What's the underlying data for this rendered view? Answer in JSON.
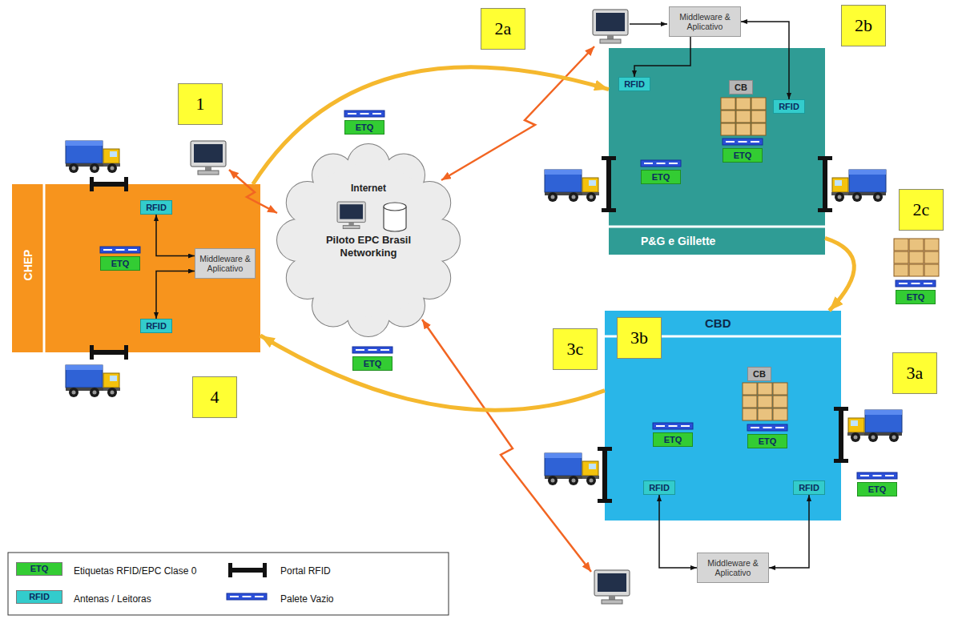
{
  "diagram": {
    "nodes": [
      {
        "text": [
          "CHEP"
        ]
      },
      {
        "text": [
          "RFID"
        ],
        "in": 0
      },
      {
        "text": [
          "ETQ"
        ],
        "in": 0
      },
      {
        "text": [
          "Middleware & Aplicativo"
        ],
        "in": 0
      },
      {
        "text": [
          "RFID"
        ],
        "in": 0
      },
      {
        "text": [
          "ETQ"
        ]
      },
      {
        "text": [
          "Internet",
          "Piloto EPC Brasil Networking"
        ]
      },
      {
        "text": [
          "Middleware & Aplicativo"
        ]
      },
      {
        "text": [
          "P&G e Gillette"
        ]
      },
      {
        "text": [
          "RFID"
        ],
        "in": 8
      },
      {
        "text": [
          "CB"
        ],
        "in": 8
      },
      {
        "text": [
          "RFID"
        ],
        "in": 8
      },
      {
        "text": [
          "ETQ"
        ],
        "in": 8
      },
      {
        "text": [
          "ETQ"
        ],
        "in": 8
      },
      {
        "text": [
          "ETQ"
        ]
      },
      {
        "text": [
          "CBD"
        ]
      },
      {
        "text": [
          "CB"
        ],
        "in": 15
      },
      {
        "text": [
          "ETQ"
        ],
        "in": 15
      },
      {
        "text": [
          "ETQ"
        ],
        "in": 15
      },
      {
        "text": [
          "RFID"
        ],
        "in": 15
      },
      {
        "text": [
          "RFID"
        ],
        "in": 15
      },
      {
        "text": [
          "ETQ"
        ]
      },
      {
        "text": [
          "Middleware & Aplicativo"
        ]
      },
      {
        "text": [
          "ETQ"
        ]
      }
    ],
    "edges": [
      {
        "from": 0,
        "to": 8,
        "arrow": "to"
      },
      {
        "from": 8,
        "to": 15,
        "arrow": "to"
      },
      {
        "from": 15,
        "to": 0,
        "arrow": "to"
      },
      {
        "from": 1,
        "to": 3,
        "arrow": "both"
      },
      {
        "from": 4,
        "to": 3,
        "arrow": "both"
      },
      {
        "from": 7,
        "to": 9,
        "arrow": "to"
      },
      {
        "from": 7,
        "to": 11,
        "arrow": "both"
      },
      {
        "from": 19,
        "to": 22,
        "arrow": "both"
      },
      {
        "from": 20,
        "to": 22,
        "arrow": "both"
      }
    ],
    "labels": [
      "1",
      "2a",
      "2b",
      "2c",
      "3a",
      "3b",
      "3c",
      "4",
      "ETQ",
      "RFID"
    ],
    "legend": [
      {
        "text": "Etiquetas RFID/EPC Clase 0",
        "color": "#33cc33"
      },
      {
        "text": "Portal RFID"
      },
      {
        "text": "Antenas / Leitoras",
        "color": "#33cccc"
      },
      {
        "text": "Palete Vazio"
      }
    ]
  }
}
